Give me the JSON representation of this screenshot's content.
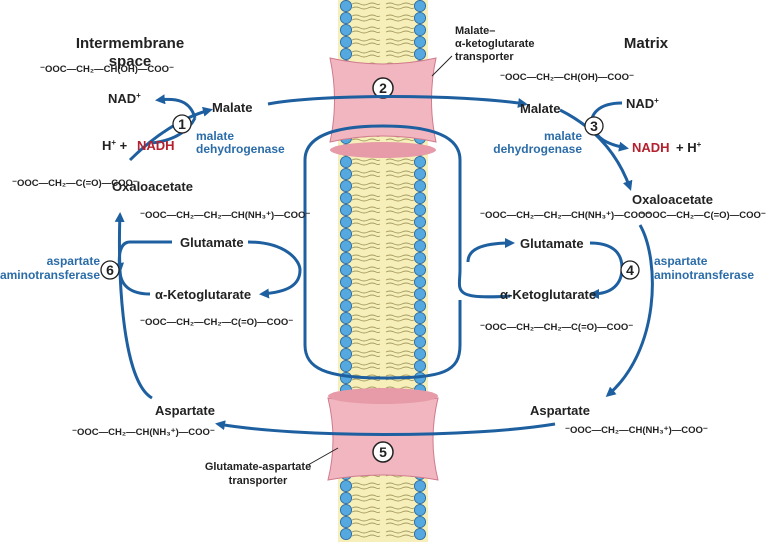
{
  "headers": {
    "intermembrane": [
      "Intermembrane",
      "space"
    ],
    "matrix": "Matrix"
  },
  "transporters": {
    "top": [
      "Malate–",
      "α-ketoglutarate",
      "transporter"
    ],
    "bottom": [
      "Glutamate-aspartate",
      "transporter"
    ]
  },
  "metabolites": {
    "malate": "Malate",
    "oxaloacetate": "Oxaloacetate",
    "glutamate": "Glutamate",
    "akg": "α-Ketoglutarate",
    "aspartate": "Aspartate"
  },
  "cofactors": {
    "nad": "NAD",
    "nadh": "NADH",
    "h": "H"
  },
  "enzymes": {
    "mdh": [
      "malate",
      "dehydrogenase"
    ],
    "ast": [
      "aspartate",
      "aminotransferase"
    ]
  },
  "formulas": {
    "malate": "⁻OOC—CH₂—CH(OH)—COO⁻",
    "oxaloacetate": "⁻OOC—CH₂—C(=O)—COO⁻",
    "glutamate": "⁻OOC—CH₂—CH₂—CH(NH₃⁺)—COO⁻",
    "akg": "⁻OOC—CH₂—CH₂—C(=O)—COO⁻",
    "aspartate": "⁻OOC—CH₂—CH(NH₃⁺)—COO⁻"
  },
  "steps": {
    "1": "1",
    "2": "2",
    "3": "3",
    "4": "4",
    "5": "5",
    "6": "6"
  },
  "colors": {
    "arrow": "#1e5fa0",
    "enzyme_text": "#2b6ca8",
    "nadh_text": "#b5202e",
    "transporter": "#f1b6c0",
    "lipid_head": "#56a8e0",
    "lipid_tail_bg": "#f6efb9"
  }
}
